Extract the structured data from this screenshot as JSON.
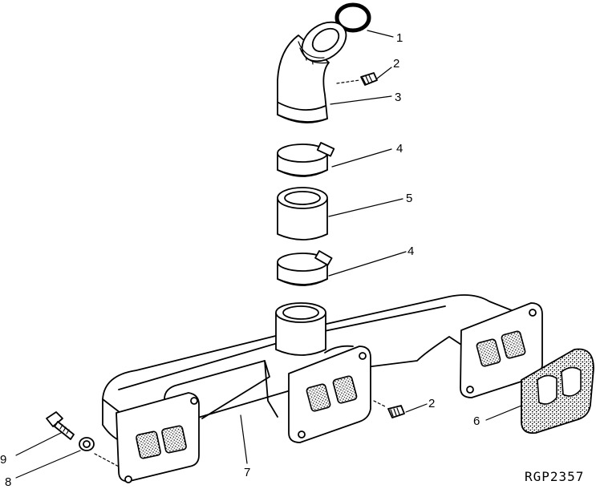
{
  "callouts": [
    {
      "id": "1",
      "label": "1"
    },
    {
      "id": "2a",
      "label": "2"
    },
    {
      "id": "3",
      "label": "3"
    },
    {
      "id": "4a",
      "label": "4"
    },
    {
      "id": "5",
      "label": "5"
    },
    {
      "id": "4b",
      "label": "4"
    },
    {
      "id": "2b",
      "label": "2"
    },
    {
      "id": "6",
      "label": "6"
    },
    {
      "id": "7",
      "label": "7"
    },
    {
      "id": "8",
      "label": "8"
    },
    {
      "id": "9",
      "label": "9"
    }
  ],
  "reference_code": "RGP2357"
}
